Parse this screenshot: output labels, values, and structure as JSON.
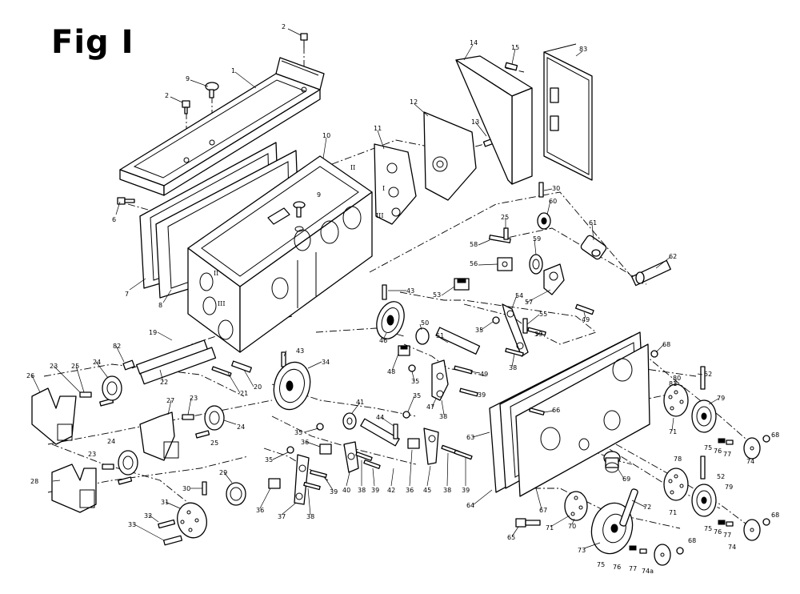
{
  "figure": {
    "title": "Fig I"
  },
  "callouts": {
    "c2a": "2",
    "c2b": "2",
    "c9a": "9",
    "c9b": "9",
    "c1": "1",
    "c6": "6",
    "c7": "7",
    "c8": "8",
    "c10": "10",
    "c11": "11",
    "c12": "12",
    "c13": "13",
    "c14": "14",
    "c15": "15",
    "c83": "83",
    "c30a": "30",
    "c30b": "30",
    "c60": "60",
    "c25a": "25",
    "c25b": "25",
    "c25c": "25",
    "c61": "61",
    "c62": "62",
    "c58": "58",
    "c59": "59",
    "c56": "56",
    "c57": "57",
    "c43a": "43",
    "c43b": "43",
    "c53": "53",
    "c54": "54",
    "c55": "55",
    "c35a": "35",
    "c35b": "35",
    "c35c": "35",
    "c35d": "35",
    "c35e": "35",
    "c49a": "49",
    "c49b": "49",
    "c46": "46",
    "c50": "50",
    "c51": "51",
    "c39a": "39",
    "c39b": "39",
    "c39c": "39",
    "c39d": "39",
    "c39e": "39",
    "c38a": "38",
    "c38b": "38",
    "c38c": "38",
    "c38d": "38",
    "c38e": "38",
    "c48": "48",
    "c47": "47",
    "c19": "19",
    "c82": "82",
    "c23a": "23",
    "c23b": "23",
    "c23c": "23",
    "c26": "26",
    "c24a": "24",
    "c24b": "24",
    "c24c": "24",
    "c22": "22",
    "c20": "20",
    "c21": "21",
    "c34": "34",
    "c27": "27",
    "c28": "28",
    "c41": "41",
    "c44": "44",
    "c36a": "36",
    "c36b": "36",
    "c36c": "36",
    "c40": "40",
    "c42": "42",
    "c45": "45",
    "c37": "37",
    "c29": "29",
    "c31": "31",
    "c32": "32",
    "c33": "33",
    "c63": "63",
    "c64": "64",
    "c65": "65",
    "c66": "66",
    "c67": "67",
    "c68a": "68",
    "c68b": "68",
    "c68c": "68",
    "c68d": "68",
    "c52a": "52",
    "c52b": "52",
    "c69": "69",
    "c70": "70",
    "c71a": "71",
    "c71b": "71",
    "c71c": "71",
    "c72": "72",
    "c73": "73",
    "c74a": "74",
    "c74b": "74",
    "c74c": "74a",
    "c75a": "75",
    "c75b": "75",
    "c75c": "75",
    "c76a": "76",
    "c76b": "76",
    "c76c": "76",
    "c77a": "77",
    "c77b": "77",
    "c77c": "77",
    "c78": "78",
    "c79a": "79",
    "c79b": "79",
    "c80": "80",
    "c81": "81"
  },
  "roman": {
    "r1": "I",
    "r2": "II",
    "r3": "III",
    "r4": "II",
    "r5": "III"
  }
}
